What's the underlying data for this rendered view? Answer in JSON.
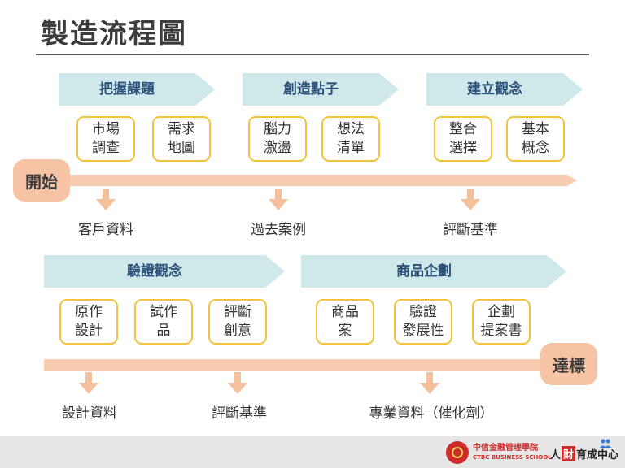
{
  "title": "製造流程圖",
  "colors": {
    "phase_bg": "#cfe8ea",
    "phase_text": "#2a4f78",
    "box_border": "#f2c33c",
    "band": "#f8ccb0",
    "terminal": "#f6c4a5",
    "arrow": "#f6c09c"
  },
  "top_row": {
    "start_label": "開始",
    "phases": [
      {
        "label": "把握課題",
        "steps": [
          [
            "市場",
            "調查"
          ],
          [
            "需求",
            "地圖"
          ]
        ],
        "output": "客戶資料"
      },
      {
        "label": "創造點子",
        "steps": [
          [
            "腦力",
            "激盪"
          ],
          [
            "想法",
            "清單"
          ]
        ],
        "output": "過去案例"
      },
      {
        "label": "建立觀念",
        "steps": [
          [
            "整合",
            "選擇"
          ],
          [
            "基本",
            "概念"
          ]
        ],
        "output": "評斷基準"
      }
    ]
  },
  "bottom_row": {
    "end_label": "達標",
    "phases": [
      {
        "label": "驗證觀念",
        "steps": [
          [
            "原作",
            "設計"
          ],
          [
            "試作",
            "品"
          ],
          [
            "評斷",
            "創意"
          ]
        ]
      },
      {
        "label": "商品企劃",
        "steps": [
          [
            "商品",
            "案"
          ],
          [
            "驗證",
            "發展性"
          ],
          [
            "企劃",
            "提案書"
          ]
        ]
      }
    ],
    "outputs": [
      "設計資料",
      "評斷基準",
      "專業資料（催化劑）"
    ]
  },
  "footer": {
    "logo_zh": "中信金融管理學院",
    "logo_en": "CTBC BUSINESS SCHOOL",
    "unit_pre": "人",
    "unit_highlight": "財",
    "unit_post": "育成中心"
  }
}
